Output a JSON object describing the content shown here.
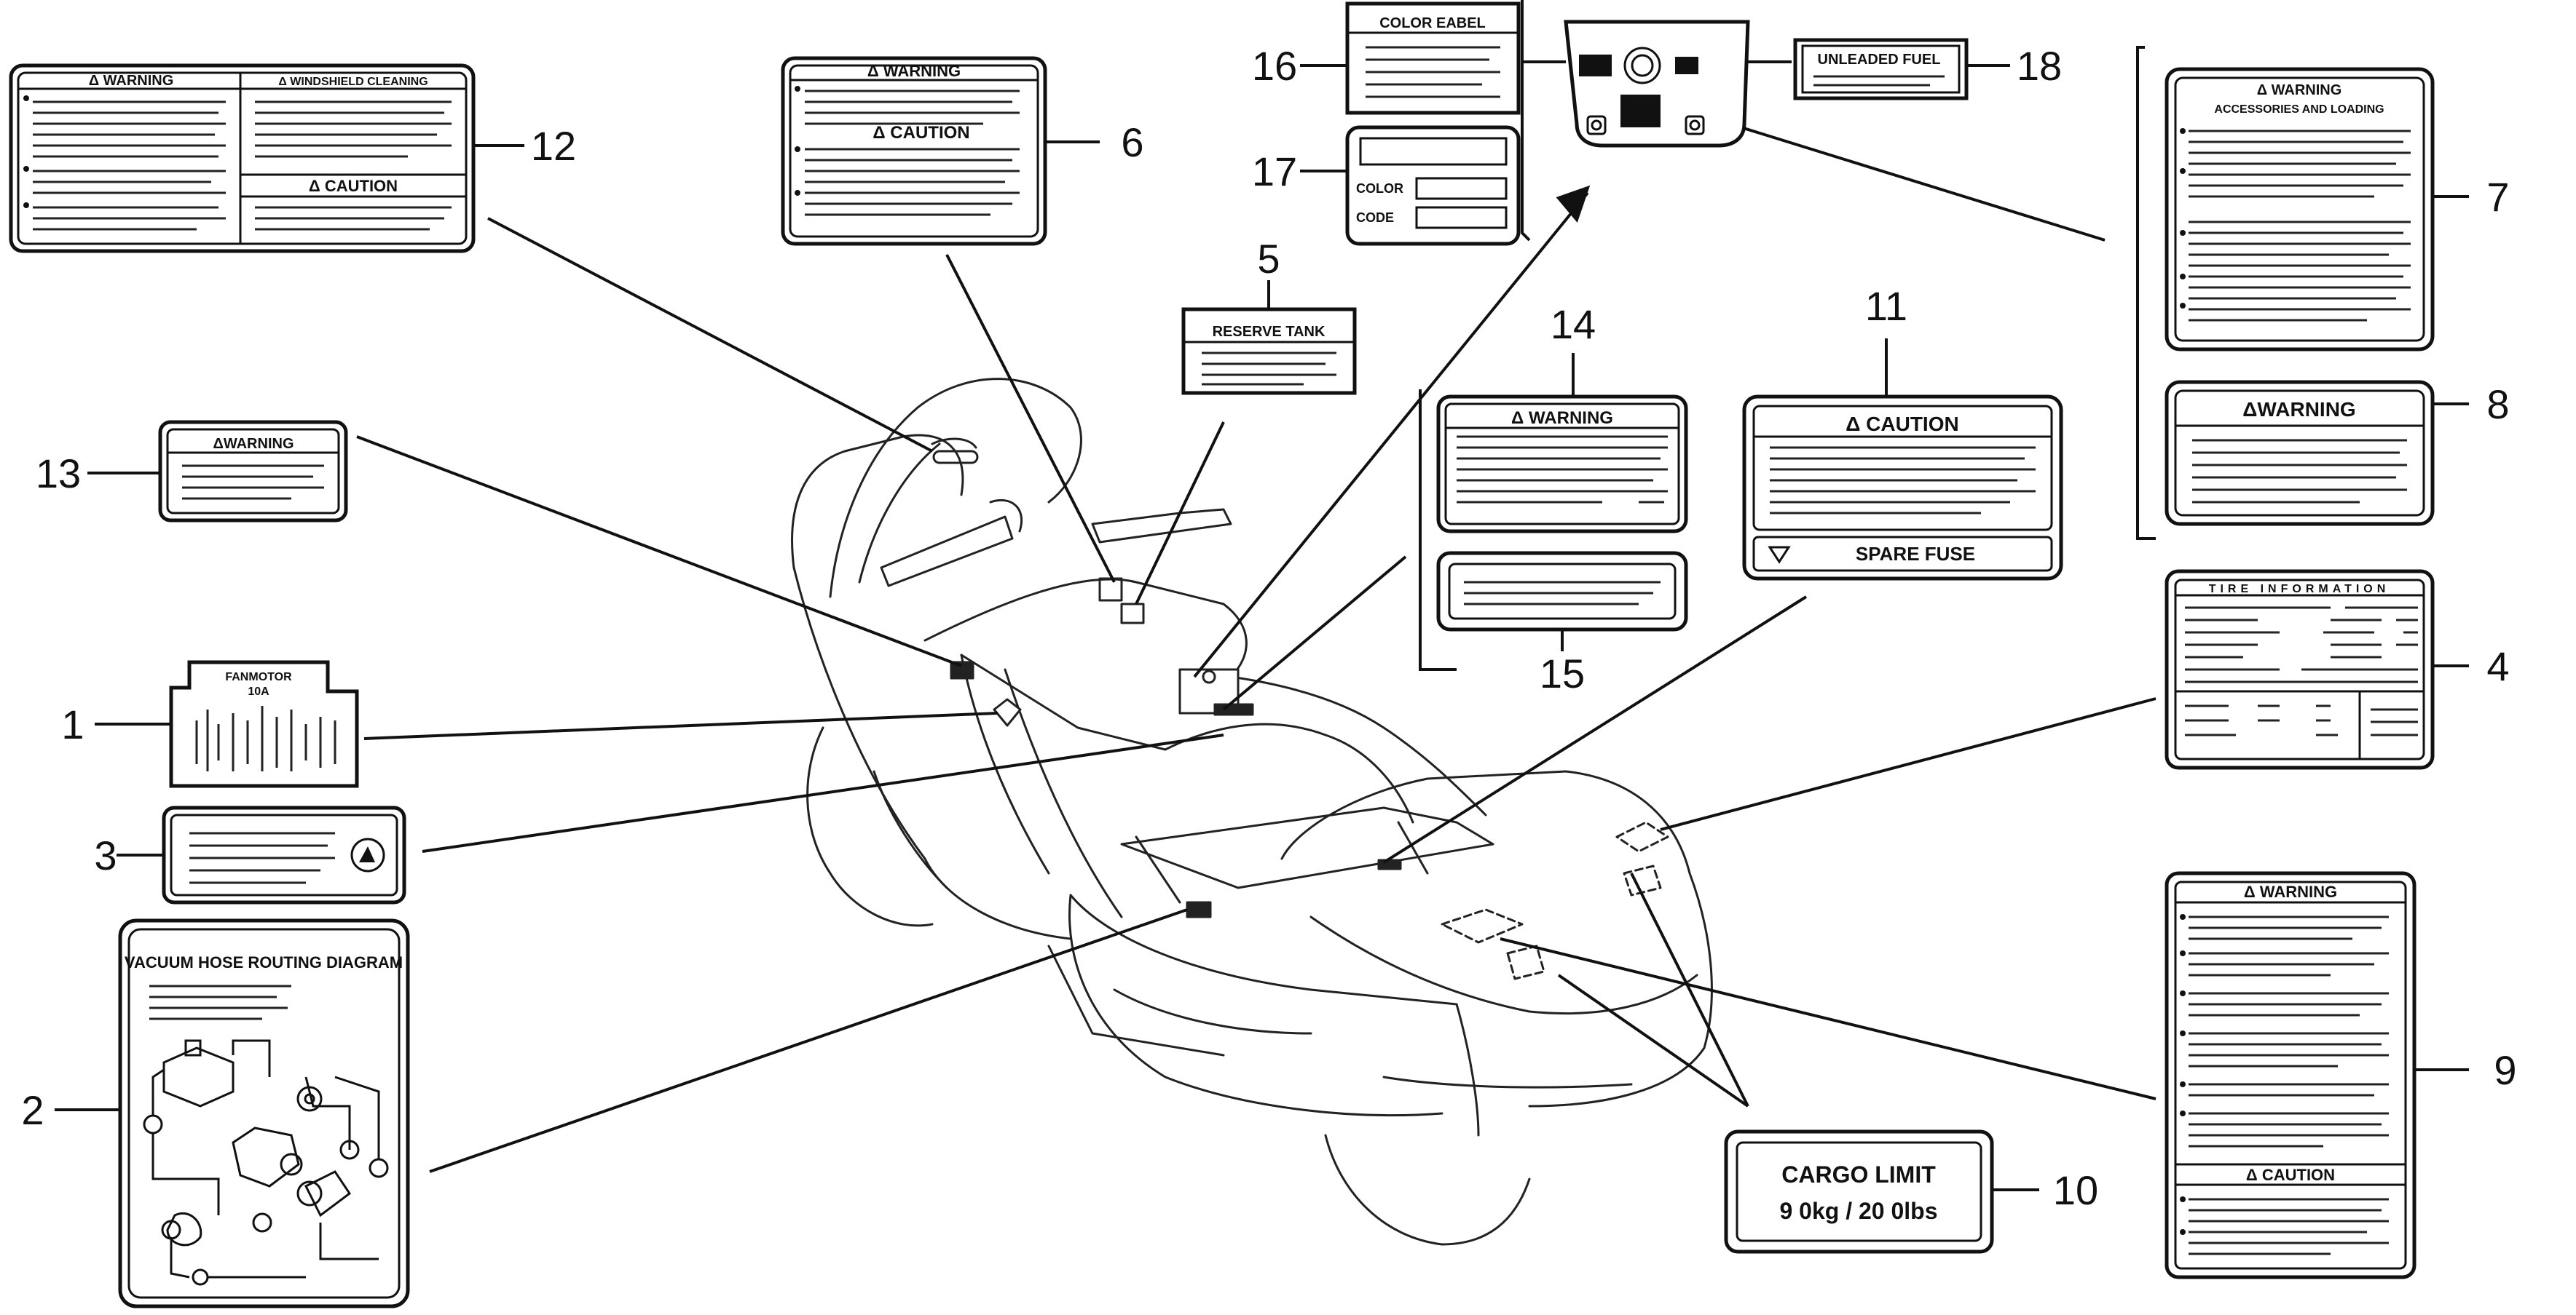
{
  "labels": {
    "n1": {
      "number": "1",
      "line1": "FANMOTOR",
      "line2": "10A"
    },
    "n2": {
      "number": "2",
      "title": "VACUUM HOSE ROUTING DIAGRAM"
    },
    "n3": {
      "number": "3"
    },
    "n4": {
      "number": "4",
      "title": "TIRE INFORMATION"
    },
    "n5": {
      "number": "5",
      "title": "RESERVE TANK"
    },
    "n6": {
      "number": "6",
      "title": "Δ WARNING",
      "subtitle": "Δ CAUTION"
    },
    "n7": {
      "number": "7",
      "title": "Δ WARNING",
      "subtitle": "ACCESSORIES AND LOADING"
    },
    "n8": {
      "number": "8",
      "title": "ΔWARNING"
    },
    "n9": {
      "number": "9",
      "title": "Δ WARNING",
      "subtitle": "Δ CAUTION"
    },
    "n10": {
      "number": "10",
      "line1": "CARGO LIMIT",
      "line2": "9 0kg / 20 0lbs"
    },
    "n11": {
      "number": "11",
      "title": "Δ CAUTION",
      "subtitle": "SPARE FUSE"
    },
    "n12": {
      "number": "12",
      "title": "Δ WARNING",
      "title2": "Δ WINDSHIELD CLEANING",
      "subtitle": "Δ CAUTION"
    },
    "n13": {
      "number": "13",
      "title": "ΔWARNING"
    },
    "n14": {
      "number": "14",
      "title": "Δ WARNING"
    },
    "n15": {
      "number": "15"
    },
    "n16": {
      "number": "16",
      "title": "COLOR EABEL"
    },
    "n17": {
      "number": "17",
      "line1": "COLOR",
      "line2": "CODE"
    },
    "n18": {
      "number": "18",
      "title": "UNLEADED FUEL"
    }
  }
}
